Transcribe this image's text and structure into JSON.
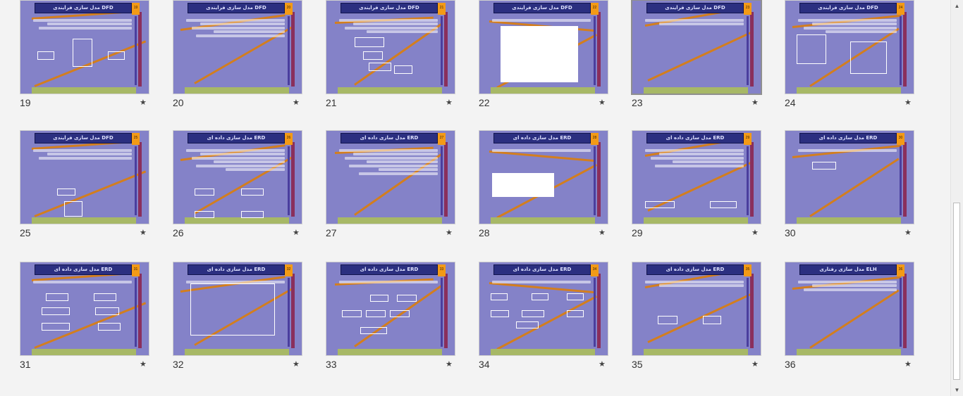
{
  "slides": [
    {
      "number": "19",
      "title": "مدل سازی فرایندی DFD",
      "badge": "19",
      "star": "★",
      "selected": false
    },
    {
      "number": "20",
      "title": "مدل سازی فرایندی DFD",
      "badge": "20",
      "star": "★",
      "selected": false
    },
    {
      "number": "21",
      "title": "مدل سازی فرایندی DFD",
      "badge": "21",
      "star": "★",
      "selected": false
    },
    {
      "number": "22",
      "title": "مدل سازی فرایندی DFD",
      "badge": "22",
      "star": "★",
      "selected": false
    },
    {
      "number": "23",
      "title": "مدل سازی فرایندی DFD",
      "badge": "23",
      "star": "★",
      "selected": true
    },
    {
      "number": "24",
      "title": "مدل سازی فرایندی DFD",
      "badge": "24",
      "star": "★",
      "selected": false
    },
    {
      "number": "25",
      "title": "مدل سازی فرایندی DFD",
      "badge": "25",
      "star": "★",
      "selected": false
    },
    {
      "number": "26",
      "title": "مدل سازی داده ای ERD",
      "badge": "26",
      "star": "★",
      "selected": false
    },
    {
      "number": "27",
      "title": "مدل سازی داده ای ERD",
      "badge": "27",
      "star": "★",
      "selected": false
    },
    {
      "number": "28",
      "title": "مدل سازی داده ای ERD",
      "badge": "28",
      "star": "★",
      "selected": false
    },
    {
      "number": "29",
      "title": "مدل سازی داده ای ERD",
      "badge": "29",
      "star": "★",
      "selected": false
    },
    {
      "number": "30",
      "title": "مدل سازی داده ای ERD",
      "badge": "30",
      "star": "★",
      "selected": false
    },
    {
      "number": "31",
      "title": "مدل سازی داده ای ERD",
      "badge": "31",
      "star": "★",
      "selected": false
    },
    {
      "number": "32",
      "title": "مدل سازی داده ای ERD",
      "badge": "32",
      "star": "★",
      "selected": false
    },
    {
      "number": "33",
      "title": "مدل سازی داده ای ERD",
      "badge": "33",
      "star": "★",
      "selected": false
    },
    {
      "number": "34",
      "title": "مدل سازی داده ای ERD",
      "badge": "34",
      "star": "★",
      "selected": false
    },
    {
      "number": "35",
      "title": "مدل سازی داده ای ERD",
      "badge": "35",
      "star": "★",
      "selected": false
    },
    {
      "number": "36",
      "title": "مدل سازی رفتاری ELH",
      "badge": "36",
      "star": "★",
      "selected": false
    }
  ],
  "scrollbar": {
    "up_glyph": "▲",
    "down_glyph": "▼"
  },
  "colors": {
    "slide_bg": "#8482c8",
    "title_bar": "#2b2f80",
    "badge": "#f39a16",
    "accent_line": "#d37e1e"
  }
}
